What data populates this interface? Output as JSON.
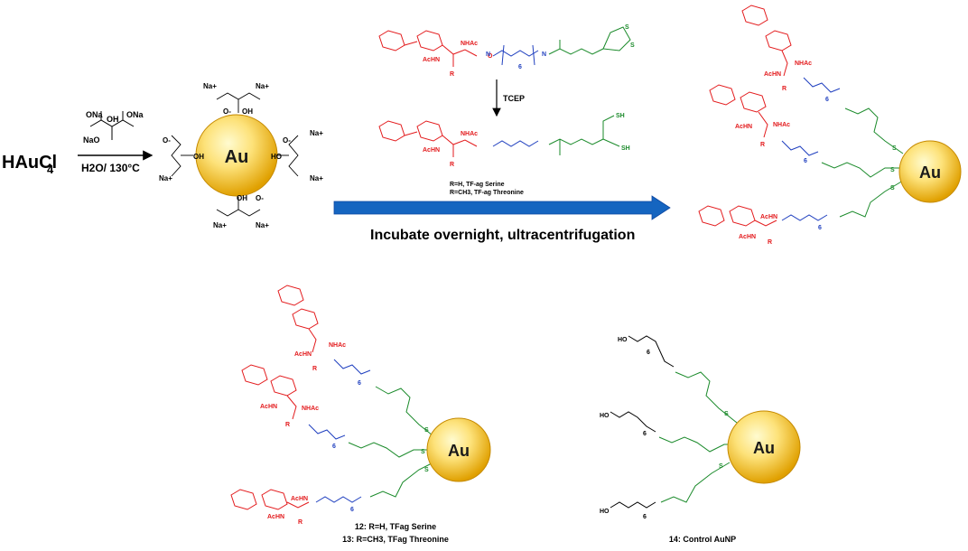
{
  "reagents": {
    "haucl4": "HAuCl",
    "haucl4_sub": "4",
    "conditions": "H2O/ 130°C",
    "citrate_ona1": "ONa",
    "citrate_ona2": "ONa",
    "citrate_oh": "OH",
    "citrate_nao": "NaO"
  },
  "gold_label": "Au",
  "tcep_label": "TCEP",
  "r_definitions": [
    "R=H, TF-ag Serine",
    "R=CH3, TF-ag Threonine"
  ],
  "incubate_label": "Incubate overnight, ultracentrifugation",
  "products": [
    {
      "label": "12: R=H, TFag Serine"
    },
    {
      "label": "13: R=CH3, TFag Threonine"
    },
    {
      "label": "14: Control AuNP"
    }
  ],
  "colors": {
    "sugar": "#e31a1c",
    "peg": "#1f3fbf",
    "linker": "#1a8a2a",
    "gold_center": "#fff2a8",
    "gold_edge": "#e0a000",
    "arrow_blue": "#1565c0"
  },
  "chem_labels": {
    "nhac": "NHAc",
    "achn": "AcHN",
    "r": "R",
    "n": "N",
    "h": "H",
    "o": "O",
    "s": "S",
    "sh": "SH",
    "ho": "HO",
    "oh": "OH",
    "six": "6",
    "na_plus": "Na+",
    "o_minus": "O-"
  }
}
